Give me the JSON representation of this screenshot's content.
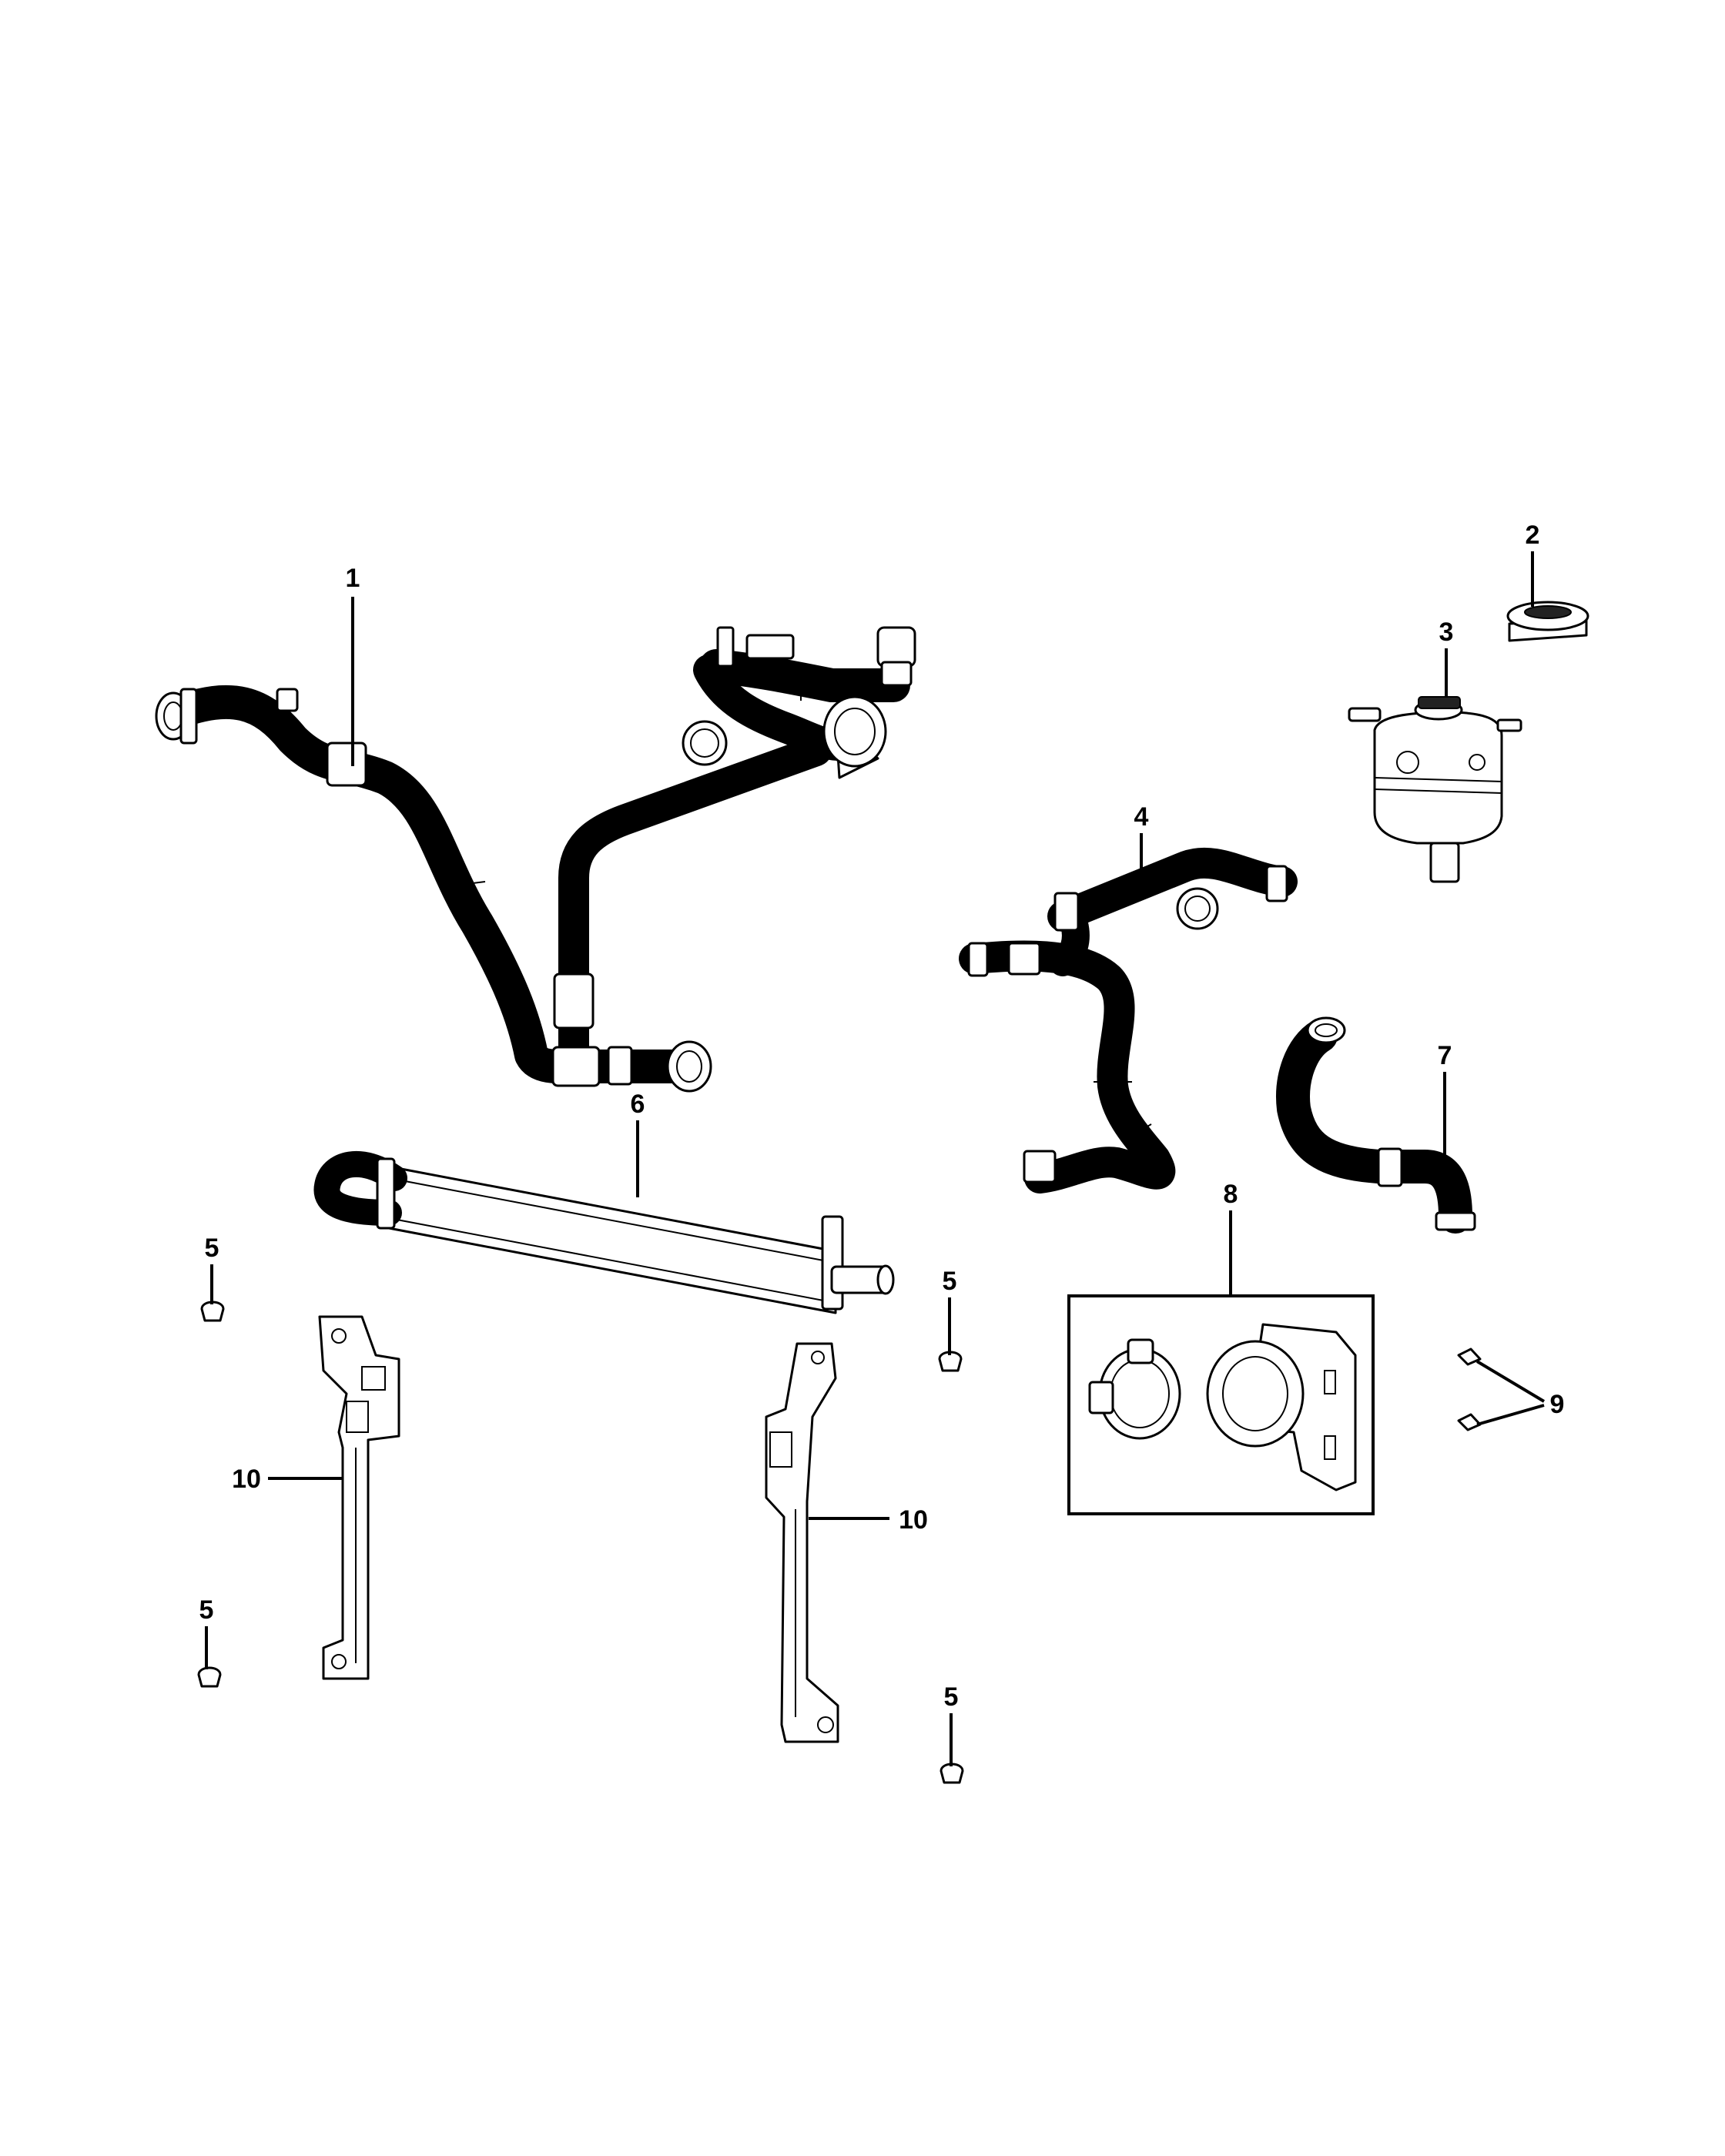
{
  "diagram": {
    "callouts": [
      {
        "id": "c1",
        "label": "1"
      },
      {
        "id": "c2",
        "label": "2"
      },
      {
        "id": "c3",
        "label": "3"
      },
      {
        "id": "c4",
        "label": "4"
      },
      {
        "id": "c5a",
        "label": "5"
      },
      {
        "id": "c5b",
        "label": "5"
      },
      {
        "id": "c5c",
        "label": "5"
      },
      {
        "id": "c5d",
        "label": "5"
      },
      {
        "id": "c6",
        "label": "6"
      },
      {
        "id": "c7",
        "label": "7"
      },
      {
        "id": "c8",
        "label": "8"
      },
      {
        "id": "c9",
        "label": "9"
      },
      {
        "id": "c10a",
        "label": "10"
      },
      {
        "id": "c10b",
        "label": "10"
      }
    ]
  }
}
